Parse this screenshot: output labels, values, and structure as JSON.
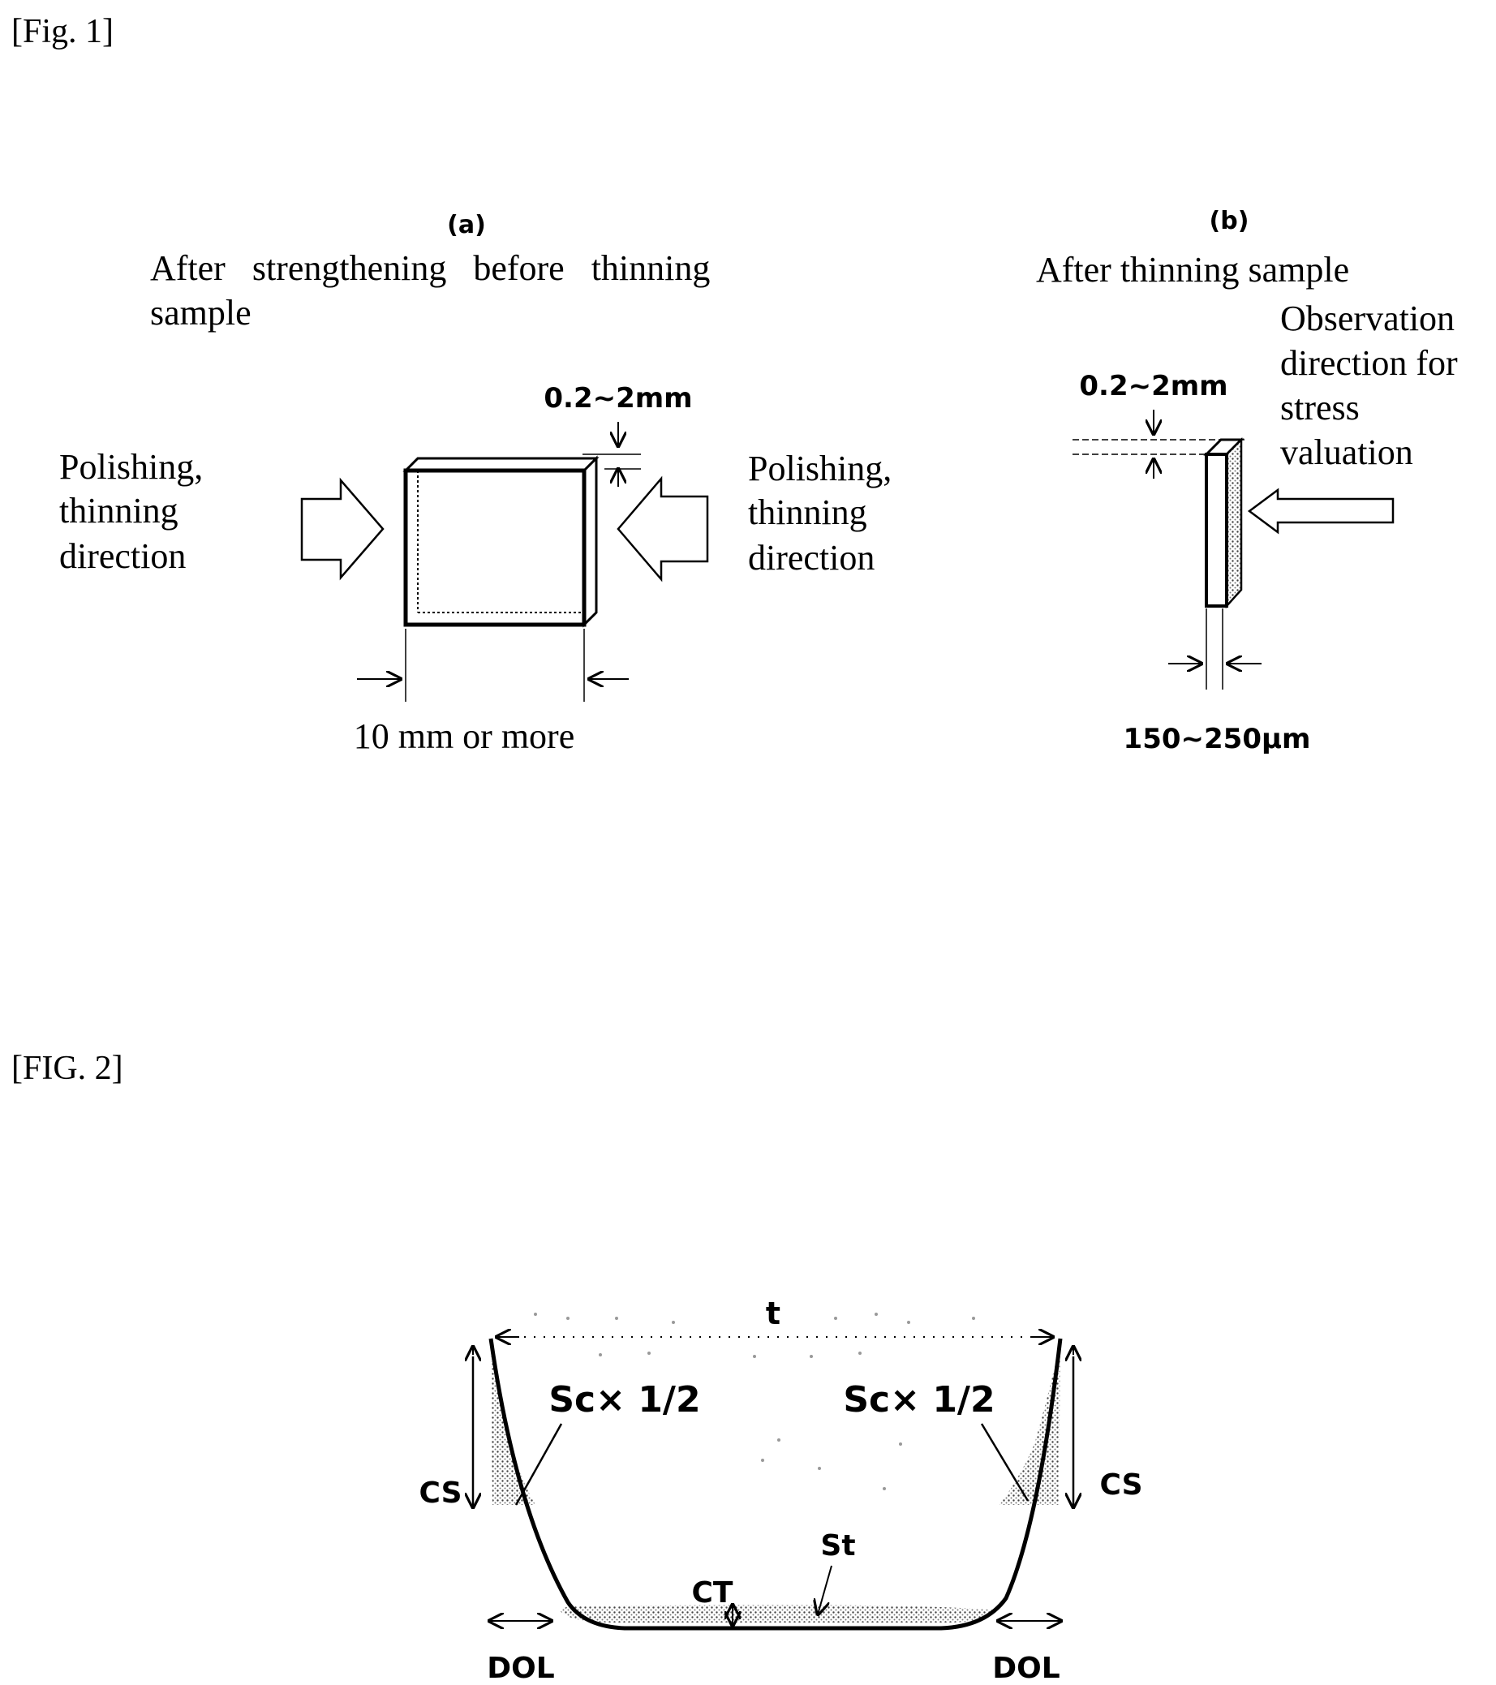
{
  "fig1": {
    "label": "[Fig. 1]",
    "panel_a": {
      "tag": "(a)",
      "title_line1": "After   strengthening   before   thinning",
      "title_line2": "sample",
      "thickness_label": "0.2~2mm",
      "left_arrow_label": [
        "Polishing,",
        "thinning",
        "direction"
      ],
      "right_arrow_label": [
        "Polishing,",
        "thinning",
        "direction"
      ],
      "width_label": "10 mm or more"
    },
    "panel_b": {
      "tag": "(b)",
      "title": "After thinning sample",
      "observation_label": [
        "Observation",
        "direction for",
        "stress",
        "valuation"
      ],
      "thickness_label": "0.2~2mm",
      "width_label": "150~250μm"
    }
  },
  "fig2": {
    "label": "[FIG. 2]",
    "t_label": "t",
    "sc_left": "Sc× 1/2",
    "sc_right": "Sc× 1/2",
    "cs_left": "CS",
    "cs_right": "CS",
    "ct_label": "CT",
    "st_label": "St",
    "dol_left": "DOL",
    "dol_right": "DOL"
  }
}
